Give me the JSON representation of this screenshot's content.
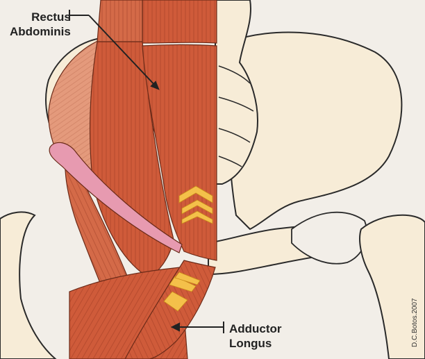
{
  "labels": {
    "rectus_abdominis": [
      "Rectus",
      "Abdominis"
    ],
    "adductor_longus": [
      "Adductor",
      "Longus"
    ]
  },
  "credit": "D.C.Botos.2007",
  "colors": {
    "background": "#f2eee8",
    "bone": "#f7ecd7",
    "bone_outline": "#2a2a2a",
    "muscle": "#cf5b3a",
    "muscle_light": "#e49a7c",
    "ligament": "#e79ab0",
    "arrow": "#f4c04a",
    "leader_line": "#222222"
  },
  "icons": [
    "chevron-arrow-up",
    "chevron-arrow-down-left"
  ]
}
